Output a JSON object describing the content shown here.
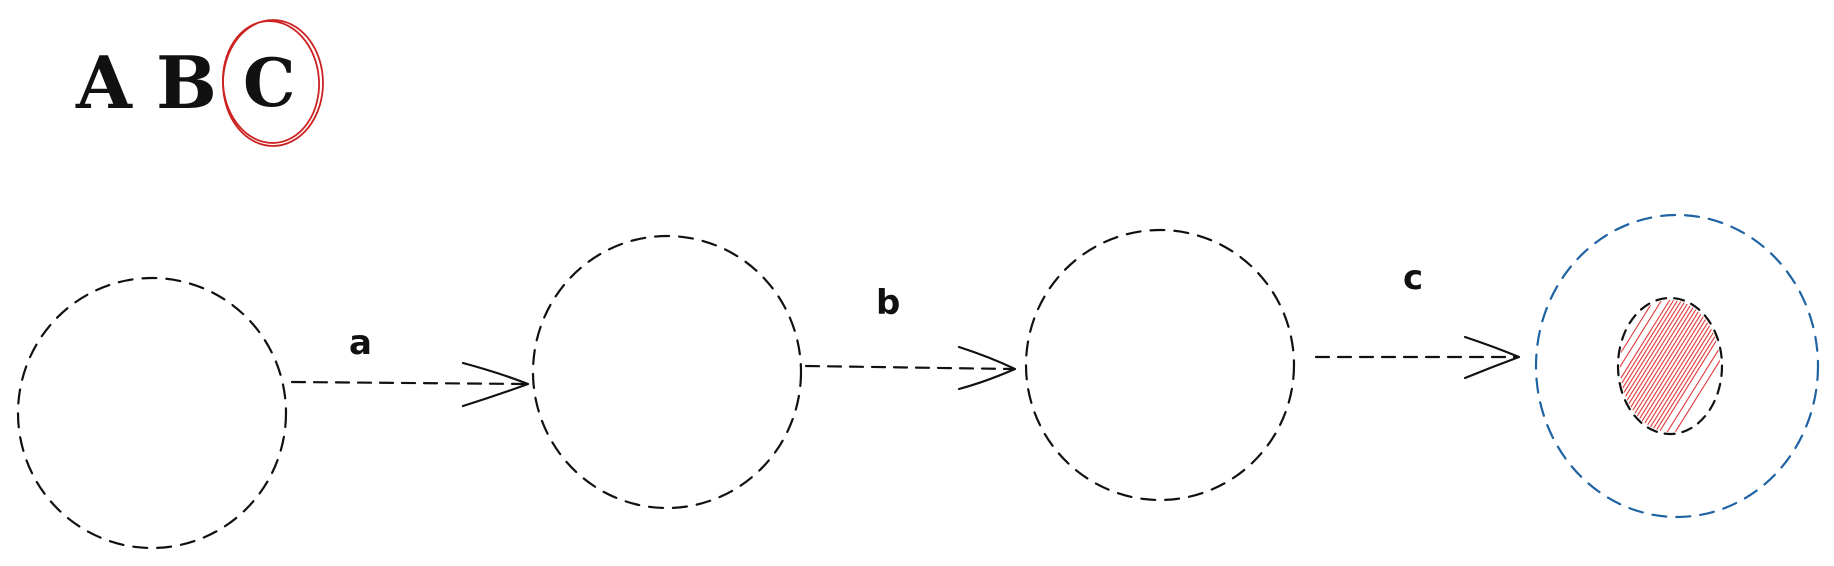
{
  "title_letters": [
    "A",
    "B",
    "C"
  ],
  "highlighted_letter_index": 2,
  "states": [
    {
      "id": "s0",
      "accepting": false
    },
    {
      "id": "s1",
      "accepting": false
    },
    {
      "id": "s2",
      "accepting": false
    },
    {
      "id": "s3",
      "accepting": true
    }
  ],
  "transitions": [
    {
      "from": "s0",
      "to": "s1",
      "label": "a"
    },
    {
      "from": "s1",
      "to": "s2",
      "label": "b"
    },
    {
      "from": "s2",
      "to": "s3",
      "label": "c"
    }
  ],
  "colors": {
    "ink": "#111111",
    "highlight": "#cc2222",
    "accept_ring": "#1f63a3",
    "accept_fill": "#e23a3a"
  }
}
